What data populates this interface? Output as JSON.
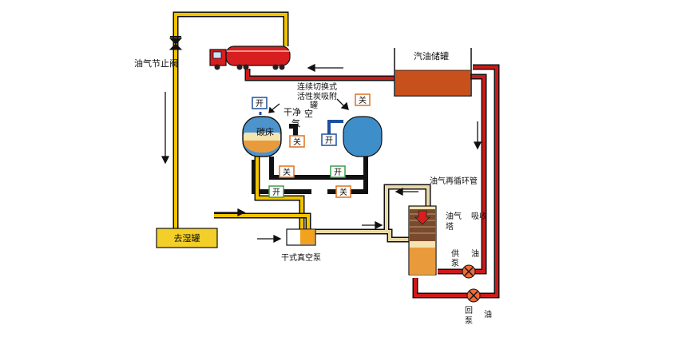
{
  "labels": {
    "valve": "油气节止阀",
    "storage_tank": "汽油储罐",
    "switch_adsorb": "连续切换式",
    "switch_adsorb2": "活性炭吸附",
    "switch_adsorb3": "罐",
    "dry_clean_a": "干净",
    "dry_clean_b": "空",
    "dry_clean_c": "气",
    "carbon_bed": "碳床",
    "recirc_pipe": "油气再循环管",
    "absorb_tower_a": "油气",
    "absorb_tower_b": "吸收",
    "absorb_tower_c": "塔",
    "supply_pump_a": "供",
    "supply_pump_b": "油",
    "supply_pump_c": "泵",
    "dehumid_tank": "去湿罐",
    "vacuum_pump": "干式真空泵",
    "return_pump_a": "回",
    "return_pump_b": "油",
    "return_pump_c": "泵"
  },
  "valves": {
    "open": "开",
    "close": "关"
  },
  "colors": {
    "yellow_pipe": "#f2c400",
    "red_pipe": "#cc1a1a",
    "gasoline": "#c8501c",
    "blue_tank": "#3e8fc9",
    "dark_pipe": "#111111",
    "tan_pipe": "#ead9a8"
  }
}
